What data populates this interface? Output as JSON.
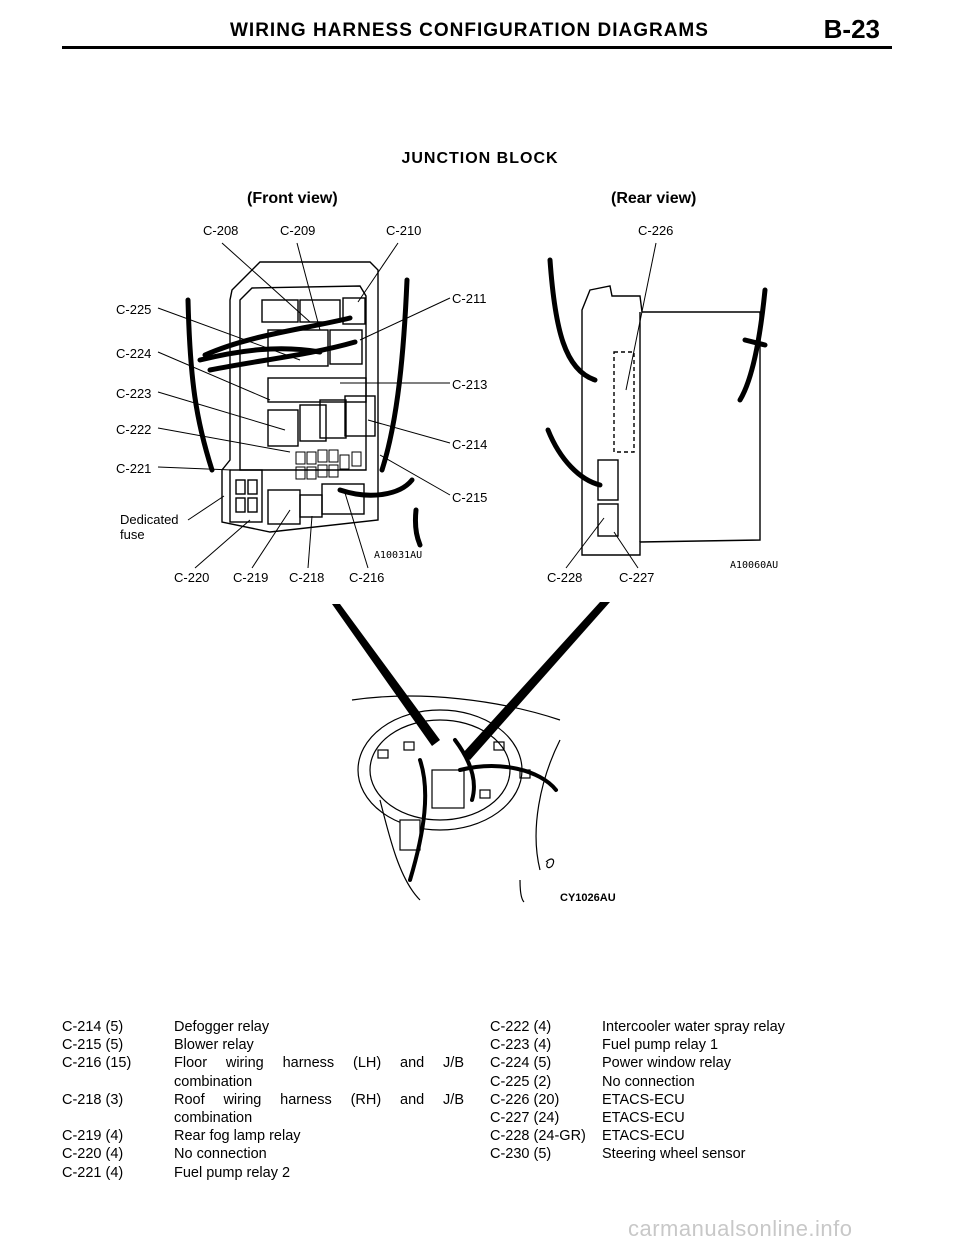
{
  "header": {
    "title": "WIRING HARNESS CONFIGURATION DIAGRAMS",
    "page": "B-23"
  },
  "section_title": "JUNCTION BLOCK",
  "front_view": {
    "title": "(Front view)",
    "code": "A10031AU",
    "top_labels": [
      "C-208",
      "C-209",
      "C-210"
    ],
    "left_labels": [
      "C-225",
      "C-224",
      "C-223",
      "C-222",
      "C-221"
    ],
    "dedicated_fuse": [
      "Dedicated",
      "fuse"
    ],
    "right_labels": [
      "C-211",
      "C-213",
      "C-214",
      "C-215"
    ],
    "bottom_labels": [
      "C-220",
      "C-219",
      "C-218",
      "C-216"
    ]
  },
  "rear_view": {
    "title": "(Rear view)",
    "code": "A10060AU",
    "top_label": "C-226",
    "bottom_labels": [
      "C-228",
      "C-227"
    ]
  },
  "location_view": {
    "code": "CY1026AU"
  },
  "legend_left": [
    {
      "connector": "C-214 (5)",
      "desc": [
        "Defogger relay"
      ]
    },
    {
      "connector": "C-215 (5)",
      "desc": [
        "Blower relay"
      ]
    },
    {
      "connector": "C-216 (15)",
      "desc": [
        "Floor wiring harness (LH) and J/B",
        "combination"
      ]
    },
    {
      "connector": "C-218 (3)",
      "desc": [
        "Roof wiring harness (RH) and J/B",
        "combination"
      ]
    },
    {
      "connector": "C-219 (4)",
      "desc": [
        "Rear fog lamp relay"
      ]
    },
    {
      "connector": "C-220 (4)",
      "desc": [
        "No connection"
      ]
    },
    {
      "connector": "C-221 (4)",
      "desc": [
        "Fuel pump relay 2"
      ]
    }
  ],
  "legend_right": [
    {
      "connector": "C-222 (4)",
      "desc": [
        "Intercooler water spray relay"
      ]
    },
    {
      "connector": "C-223 (4)",
      "desc": [
        "Fuel pump relay 1"
      ]
    },
    {
      "connector": "C-224 (5)",
      "desc": [
        "Power window relay"
      ]
    },
    {
      "connector": "C-225 (2)",
      "desc": [
        "No connection"
      ]
    },
    {
      "connector": "C-226 (20)",
      "desc": [
        "ETACS-ECU"
      ]
    },
    {
      "connector": "C-227 (24)",
      "desc": [
        "ETACS-ECU"
      ]
    },
    {
      "connector": "C-228 (24-GR)",
      "desc": [
        "ETACS-ECU"
      ]
    },
    {
      "connector": "C-230 (5)",
      "desc": [
        "Steering wheel sensor"
      ]
    }
  ],
  "watermark": "carmanualsonline.info"
}
